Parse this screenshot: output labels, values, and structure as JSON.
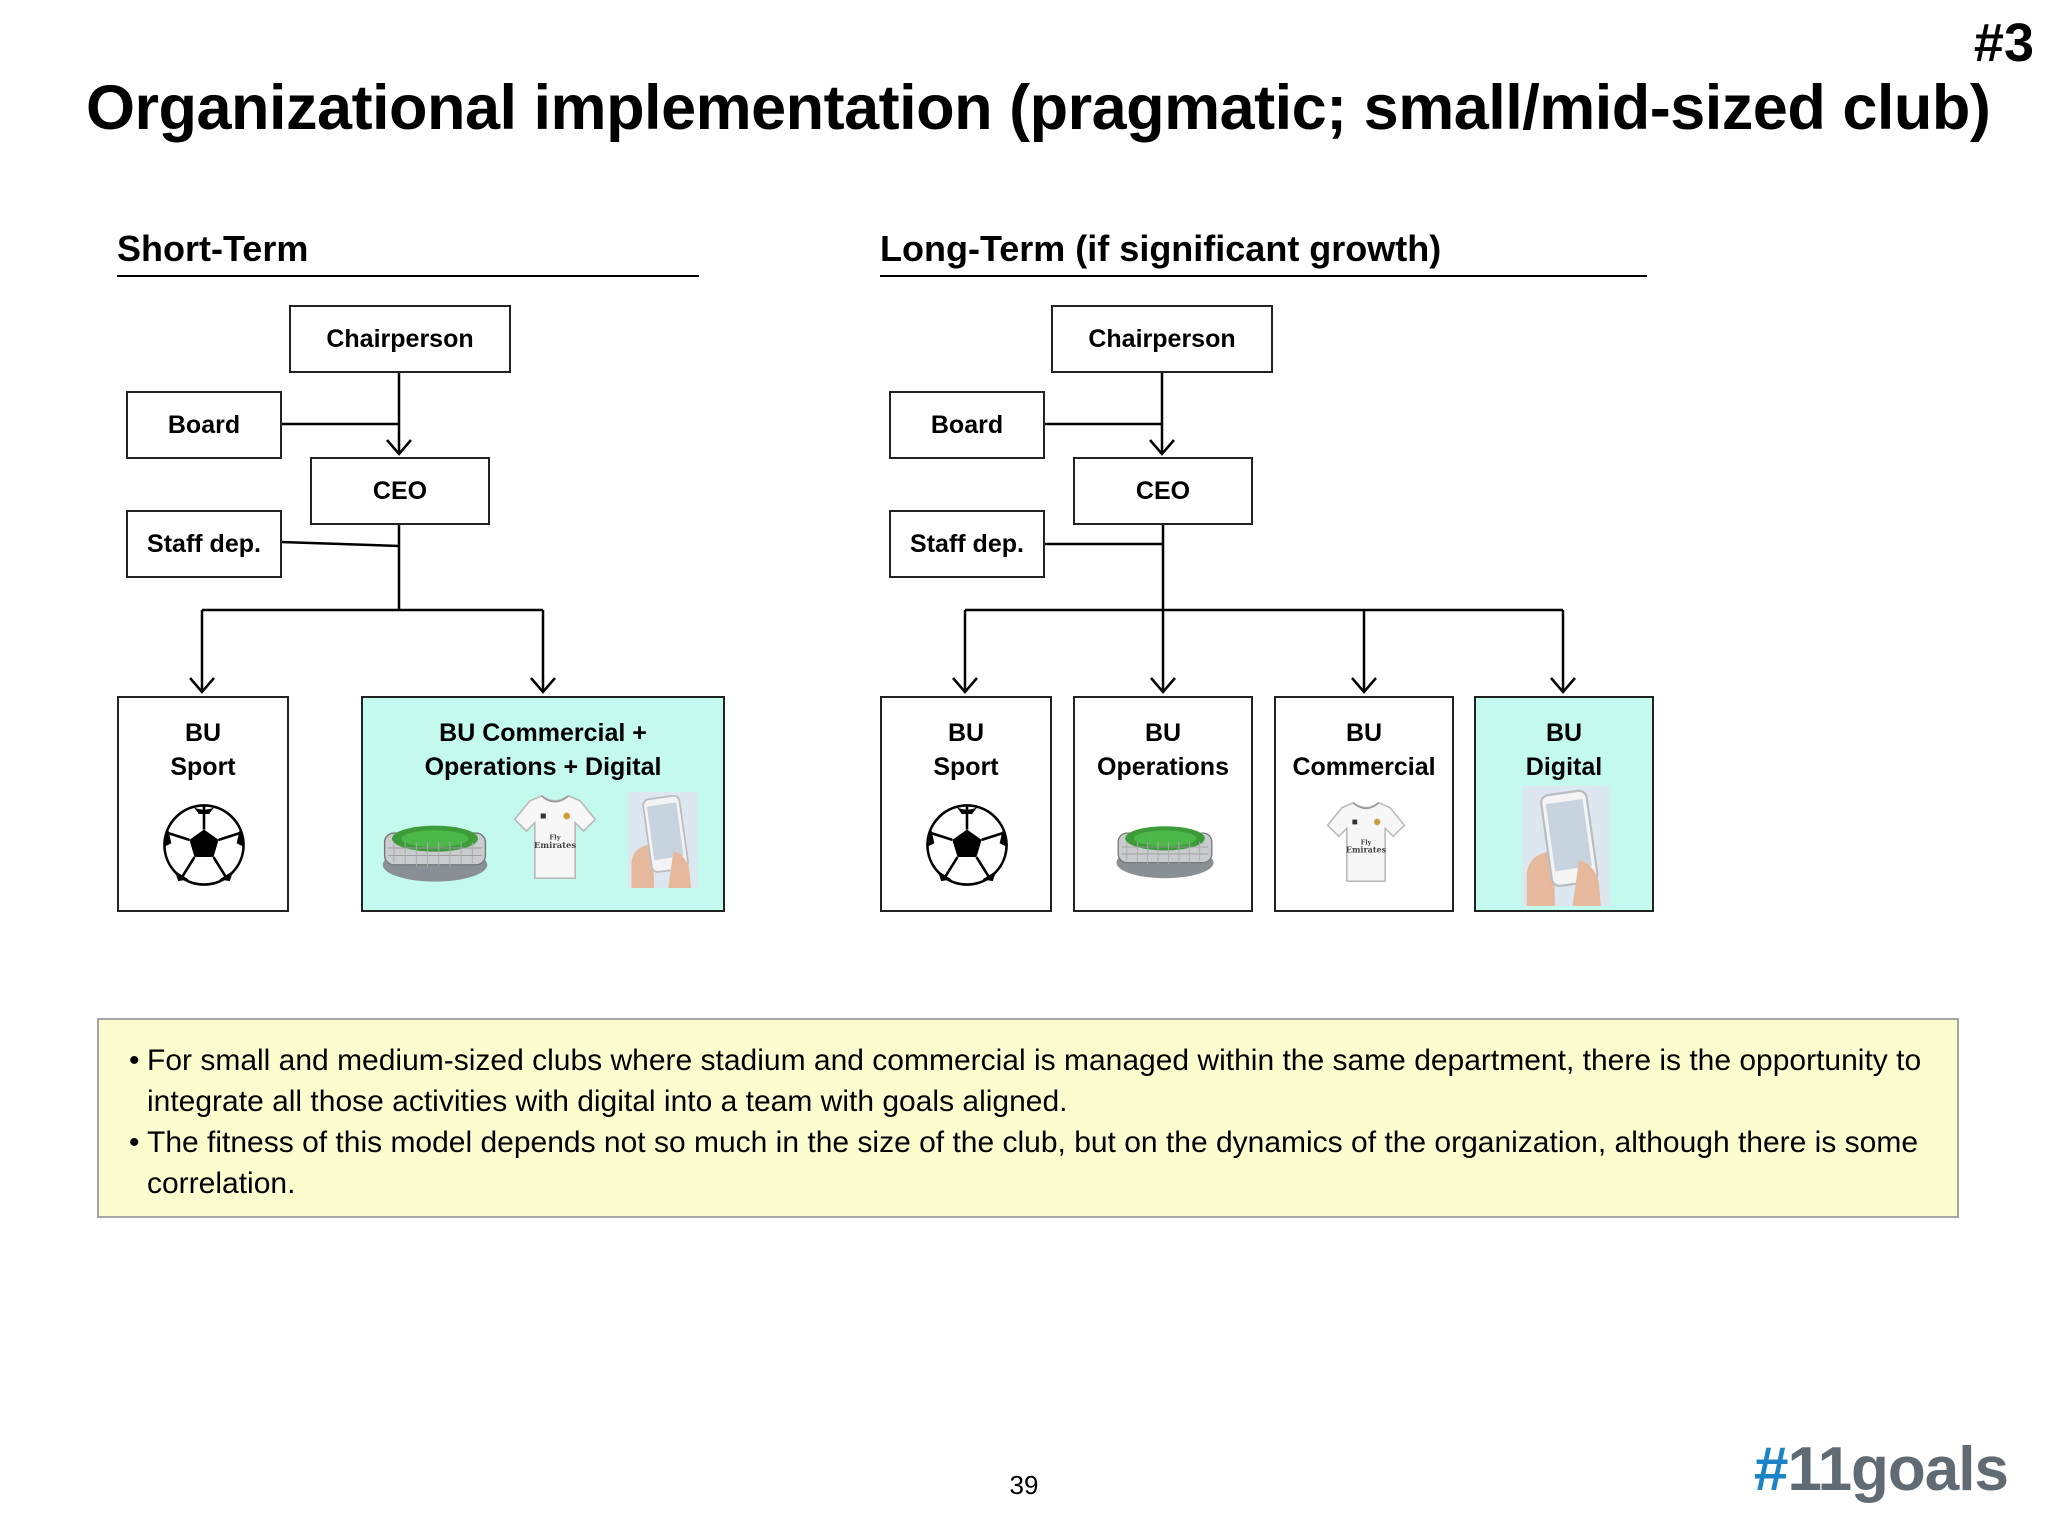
{
  "slide_number": "#3",
  "title": "Organizational implementation (pragmatic; small/mid-sized club)",
  "short_term": {
    "heading": "Short-Term",
    "chairperson": "Chairperson",
    "board": "Board",
    "ceo": "CEO",
    "staff": "Staff dep.",
    "bu_sport": [
      "BU",
      "Sport"
    ],
    "bu_combined": [
      "BU Commercial +",
      "Operations + Digital"
    ]
  },
  "long_term": {
    "heading": "Long-Term (if significant growth)",
    "chairperson": "Chairperson",
    "board": "Board",
    "ceo": "CEO",
    "staff": "Staff dep.",
    "bu_sport": [
      "BU",
      "Sport"
    ],
    "bu_operations": [
      "BU",
      "Operations"
    ],
    "bu_commercial": [
      "BU",
      "Commercial"
    ],
    "bu_digital": [
      "BU",
      "Digital"
    ]
  },
  "notes": [
    "For small and medium-sized clubs where stadium and commercial is managed within the same department, there is the opportunity to integrate all those activities with digital into a team with goals aligned.",
    "The fitness of this model depends not so much in the size of the club, but on the dynamics of the organization, although there is some correlation."
  ],
  "page_number": "39",
  "brand": {
    "hash": "#",
    "name": "11goals"
  },
  "colors": {
    "highlight_box": "#c4f9ed",
    "note_bg": "#fcfdcf",
    "brand_blue": "#1b84c6",
    "brand_gray": "#616b73"
  },
  "icons": [
    "soccer-ball-icon",
    "stadium-icon",
    "jersey-icon",
    "smartphone-icon"
  ]
}
